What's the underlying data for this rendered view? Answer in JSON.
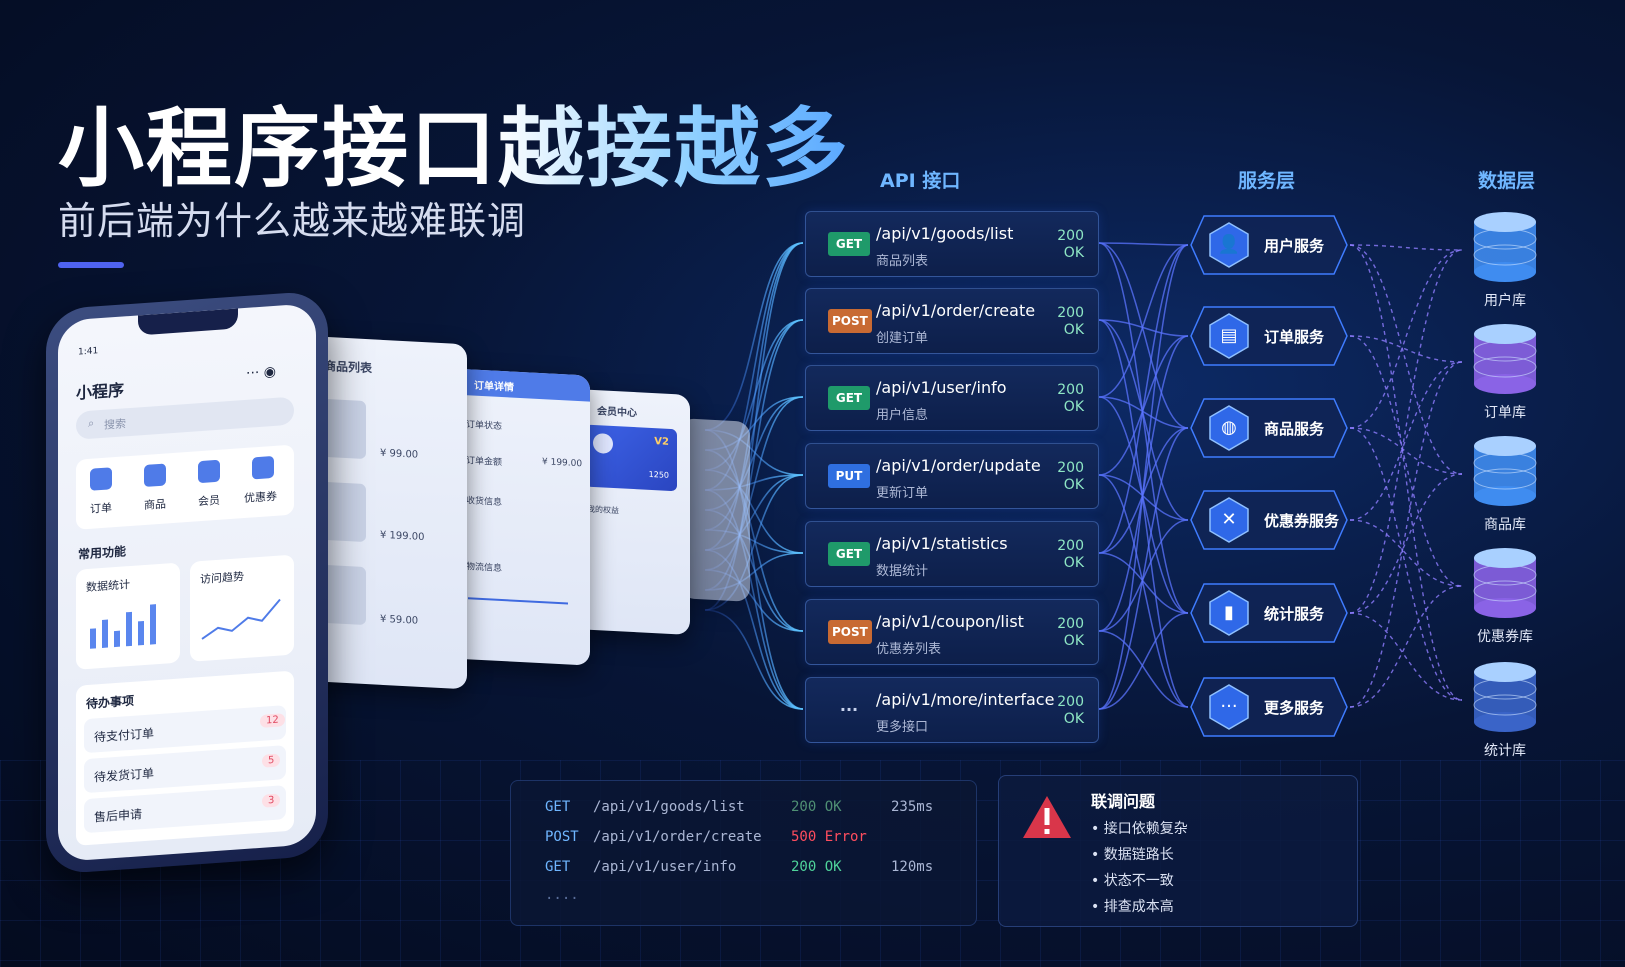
{
  "headline": {
    "title": "小程序接口越接越多",
    "subtitle": "前后端为什么越来越难联调"
  },
  "columns": {
    "api": "API 接口",
    "service": "服务层",
    "data": "数据层"
  },
  "apis": [
    {
      "method": "GET",
      "path": "/api/v1/goods/list",
      "desc": "商品列表",
      "code": "200",
      "status": "OK"
    },
    {
      "method": "POST",
      "path": "/api/v1/order/create",
      "desc": "创建订单",
      "code": "200",
      "status": "OK"
    },
    {
      "method": "GET",
      "path": "/api/v1/user/info",
      "desc": "用户信息",
      "code": "200",
      "status": "OK"
    },
    {
      "method": "PUT",
      "path": "/api/v1/order/update",
      "desc": "更新订单",
      "code": "200",
      "status": "OK"
    },
    {
      "method": "GET",
      "path": "/api/v1/statistics",
      "desc": "数据统计",
      "code": "200",
      "status": "OK"
    },
    {
      "method": "POST",
      "path": "/api/v1/coupon/list",
      "desc": "优惠券列表",
      "code": "200",
      "status": "OK"
    },
    {
      "method": "···",
      "path": "/api/v1/more/interface",
      "desc": "更多接口",
      "code": "200",
      "status": "OK"
    }
  ],
  "services": [
    {
      "label": "用户服务",
      "icon": "user-icon"
    },
    {
      "label": "订单服务",
      "icon": "document-icon"
    },
    {
      "label": "商品服务",
      "icon": "bag-icon"
    },
    {
      "label": "优惠券服务",
      "icon": "coupon-icon"
    },
    {
      "label": "统计服务",
      "icon": "bar-chart-icon"
    },
    {
      "label": "更多服务",
      "icon": "more-icon"
    }
  ],
  "databases": [
    {
      "label": "用户库",
      "color": "#3f8cf0"
    },
    {
      "label": "订单库",
      "color": "#8a63e6"
    },
    {
      "label": "商品库",
      "color": "#3f8cf0"
    },
    {
      "label": "优惠券库",
      "color": "#8a63e6"
    },
    {
      "label": "统计库",
      "color": "#3a64c8"
    }
  ],
  "log": [
    {
      "method": "GET",
      "path": "/api/v1/goods/list",
      "code": "200 OK",
      "time": "235ms",
      "color": "#4f8f74"
    },
    {
      "method": "POST",
      "path": "/api/v1/order/create",
      "code": "500 Error",
      "time": "",
      "color": "#ff4d5e"
    },
    {
      "method": "GET",
      "path": "/api/v1/user/info",
      "code": "200 OK",
      "time": "120ms",
      "color": "#4fd39a"
    },
    {
      "method": "....",
      "path": "",
      "code": "",
      "time": "",
      "color": "#6fb6ff"
    }
  ],
  "issues": {
    "title": "联调问题",
    "items": [
      "接口依赖复杂",
      "数据链路长",
      "状态不一致",
      "排查成本高"
    ]
  },
  "phone": {
    "time": "1:41",
    "app_title": "小程序",
    "search_placeholder": "搜索",
    "shortcuts": [
      "订单",
      "商品",
      "会员",
      "优惠券"
    ],
    "section_common": "常用功能",
    "card_stats": "数据统计",
    "card_trend": "访问趋势",
    "todo_title": "待办事项",
    "todos": [
      {
        "label": "待支付订单",
        "count": "12"
      },
      {
        "label": "待发货订单",
        "count": "5"
      },
      {
        "label": "售后申请",
        "count": "3"
      }
    ]
  },
  "screens": {
    "goods_title": "商品列表",
    "prices": [
      "¥ 99.00",
      "¥ 199.00",
      "¥ 59.00"
    ],
    "order_title": "订单详情",
    "order_rows": [
      "订单状态",
      "订单金额",
      "收货信息",
      "物流信息"
    ],
    "order_amount": "¥ 199.00",
    "member_title": "会员中心",
    "member_level": "V2",
    "member_points": "1250",
    "member_section": "我的权益"
  },
  "colors": {
    "accent": "#4f63f0",
    "bg": "#071536",
    "ok": "#8ee6c4",
    "error": "#ff4d5e"
  }
}
